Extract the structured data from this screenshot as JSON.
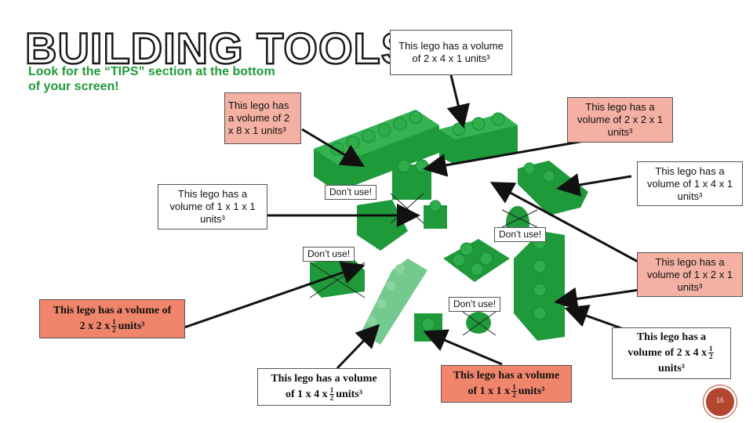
{
  "slide": {
    "title": "BUILDING TOOLS",
    "tip": "Look for the “TIPS” section at the bottom of your screen!",
    "slide_number": "16"
  },
  "labels": {
    "vol_2x4x1": "This lego has a volume of 2 x 4 x 1 units³",
    "vol_2x8x1": "This lego has a volume of 2 x 8 x 1 units³",
    "vol_2x2x1": "This lego has a volume of 2 x 2 x 1 units³",
    "vol_1x4x1": "This lego has a volume of 1 x 4 x 1 units³",
    "vol_1x1x1": "This lego has a volume of 1 x 1 x 1 units³",
    "vol_1x2x1": "This lego has a volume of 1 x 2 x 1 units³"
  },
  "fraction_labels": {
    "prefix_2x2": "This lego has a volume of",
    "dims_2x2": "2 x 2 x",
    "prefix_1x4": "This lego has a volume",
    "dims_1x4": "of 1 x 4 x",
    "prefix_1x1": "This lego has a volume",
    "dims_1x1": "of 1 x 1 x",
    "prefix_2x4": "This lego has a",
    "dims_2x4": "volume of 2 x 4 x",
    "numerator": "1",
    "denominator": "2",
    "unit": "units³"
  },
  "dont_use": "Don’t use!",
  "colors": {
    "lego_green": "#1e9a3a",
    "lego_light": "#5cc07a",
    "salmon": "#f4b1a3",
    "coral": "#f0856c",
    "badge": "#b4462e"
  }
}
